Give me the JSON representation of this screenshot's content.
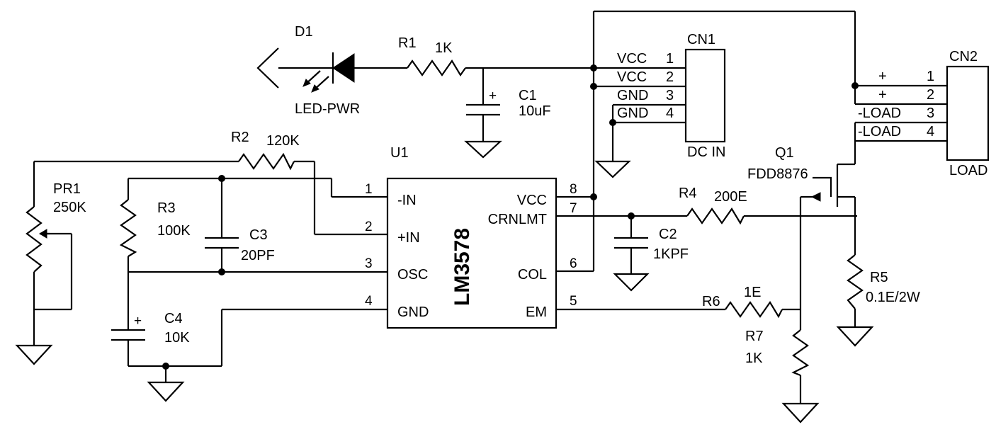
{
  "led": {
    "ref": "D1",
    "label": "LED-PWR"
  },
  "r1": {
    "ref": "R1",
    "value": "1K"
  },
  "c1": {
    "ref": "C1",
    "value": "10uF",
    "plus": "+"
  },
  "cn1": {
    "ref": "CN1",
    "name": "DC IN",
    "pins": [
      {
        "num": "1",
        "signal": "VCC"
      },
      {
        "num": "2",
        "signal": "VCC"
      },
      {
        "num": "3",
        "signal": "GND"
      },
      {
        "num": "4",
        "signal": "GND"
      }
    ]
  },
  "cn2": {
    "ref": "CN2",
    "name": "LOAD",
    "pins": [
      {
        "num": "1",
        "signal": "+"
      },
      {
        "num": "2",
        "signal": "+"
      },
      {
        "num": "3",
        "signal": "-LOAD"
      },
      {
        "num": "4",
        "signal": "-LOAD"
      }
    ]
  },
  "r2": {
    "ref": "R2",
    "value": "120K"
  },
  "pr1": {
    "ref": "PR1",
    "value": "250K"
  },
  "r3": {
    "ref": "R3",
    "value": "100K"
  },
  "c3": {
    "ref": "C3",
    "value": "20PF"
  },
  "c4": {
    "ref": "C4",
    "value": "10K",
    "plus": "+"
  },
  "u1": {
    "ref": "U1",
    "part": "LM3578",
    "left_pins": [
      {
        "num": "1",
        "name": "-IN"
      },
      {
        "num": "2",
        "name": "+IN"
      },
      {
        "num": "3",
        "name": "OSC"
      },
      {
        "num": "4",
        "name": "GND"
      }
    ],
    "right_pins": [
      {
        "num": "8",
        "name": "VCC"
      },
      {
        "num": "7",
        "name": "CRNLMT"
      },
      {
        "num": "6",
        "name": "COL"
      },
      {
        "num": "5",
        "name": "EM"
      }
    ]
  },
  "c2": {
    "ref": "C2",
    "value": "1KPF"
  },
  "r4": {
    "ref": "R4",
    "value": "200E"
  },
  "q1": {
    "ref": "Q1",
    "part": "FDD8876"
  },
  "r5": {
    "ref": "R5",
    "value": "0.1E/2W"
  },
  "r6": {
    "ref": "R6",
    "value": "1E"
  },
  "r7": {
    "ref": "R7",
    "value": "1K"
  }
}
